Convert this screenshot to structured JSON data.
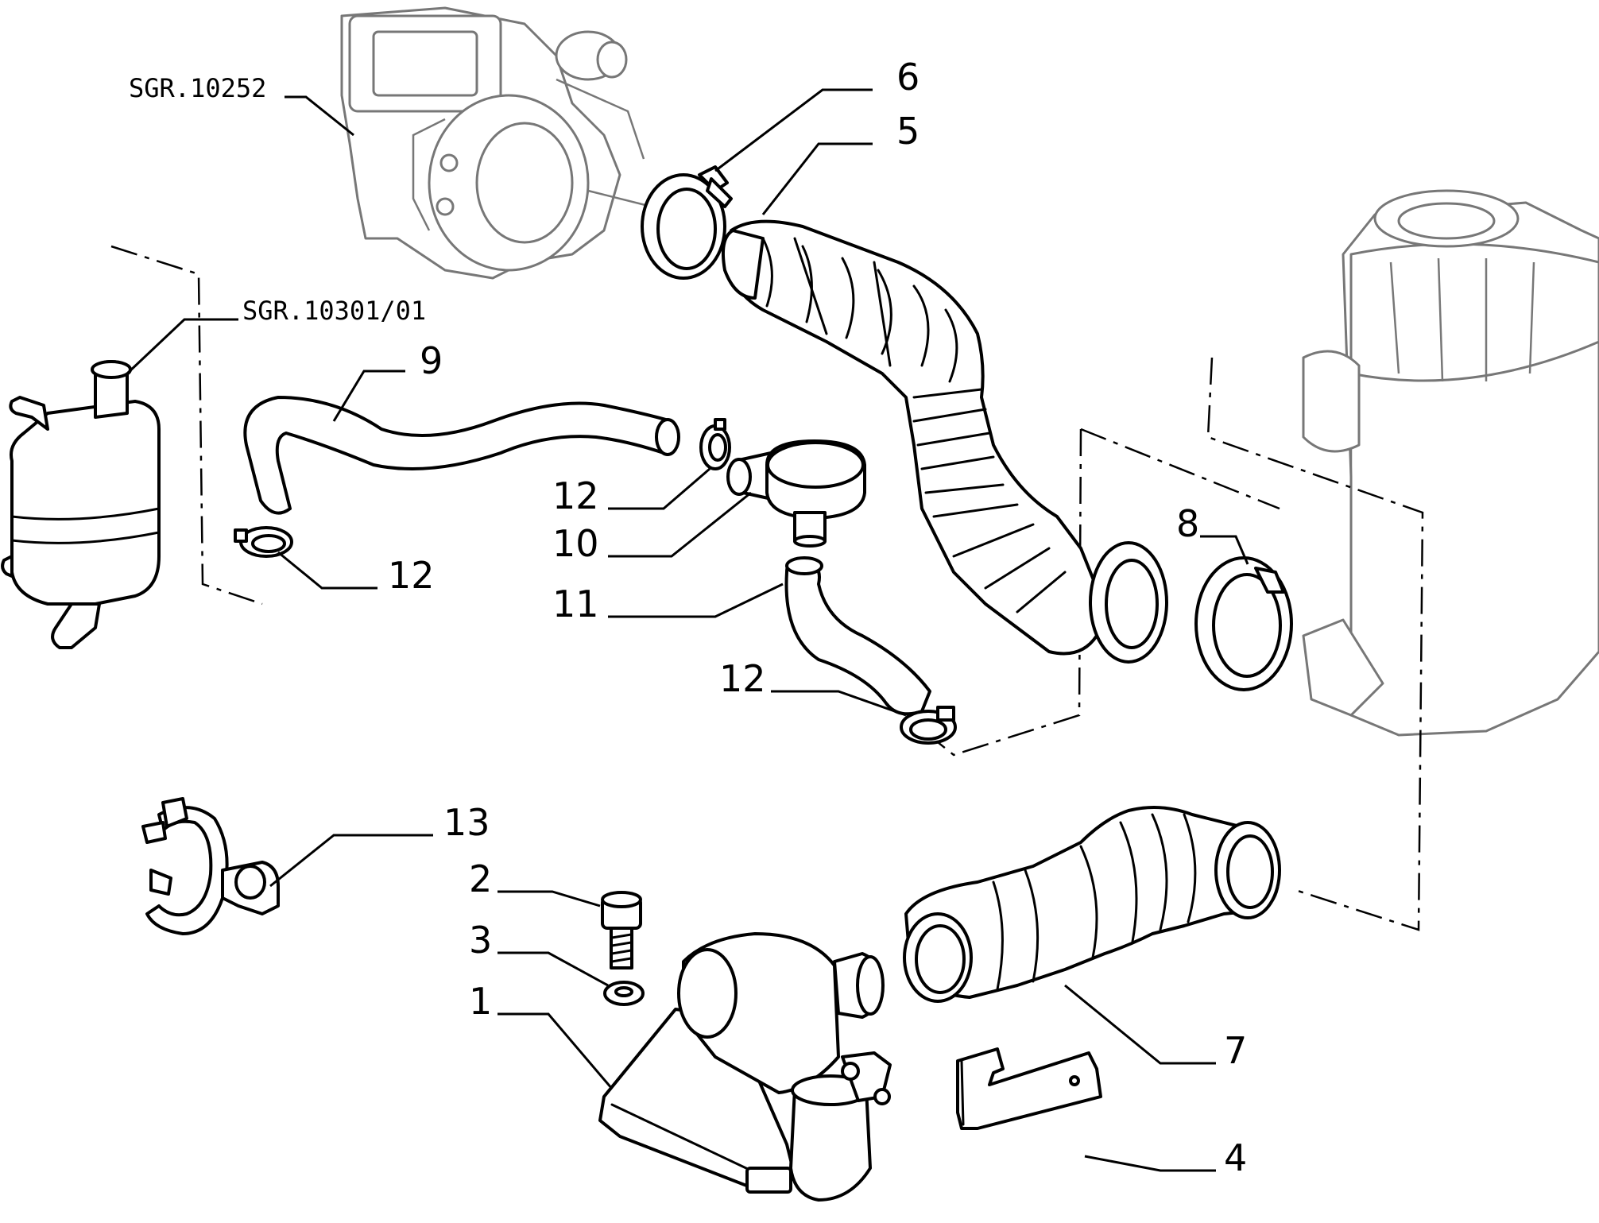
{
  "diagram": {
    "references": {
      "ref_turbo": "SGR.10252",
      "ref_tank": "SGR.10301/01"
    },
    "callouts": {
      "c1": "1",
      "c2": "2",
      "c3": "3",
      "c4": "4",
      "c5": "5",
      "c6": "6",
      "c7": "7",
      "c8": "8",
      "c9": "9",
      "c10": "10",
      "c11": "11",
      "c12a": "12",
      "c12b": "12",
      "c12c": "12",
      "c13": "13"
    }
  }
}
